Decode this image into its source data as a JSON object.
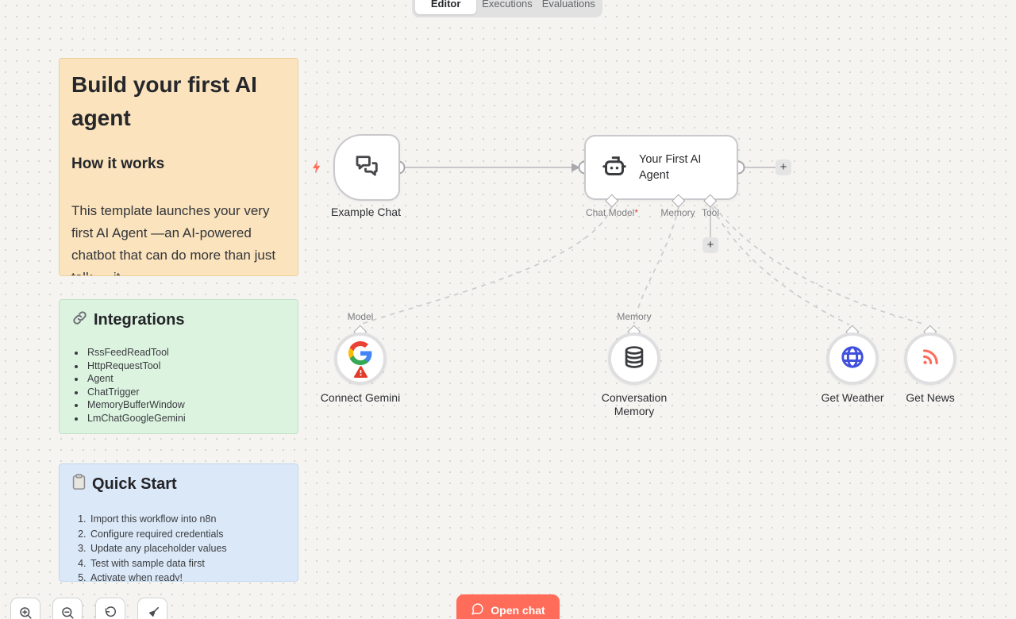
{
  "tabs": {
    "editor": "Editor",
    "executions": "Executions",
    "evaluations": "Evaluations"
  },
  "notes": {
    "build": {
      "title": "Build your first AI agent",
      "section_heading": "How it works",
      "body": "This template launches your very first AI Agent —an AI-powered chatbot that can do more than just talk — it"
    },
    "integrations": {
      "title": "Integrations",
      "items": [
        "RssFeedReadTool",
        "HttpRequestTool",
        "Agent",
        "ChatTrigger",
        "MemoryBufferWindow",
        "LmChatGoogleGemini"
      ]
    },
    "quickstart": {
      "title": "Quick Start",
      "steps": [
        "Import this workflow into n8n",
        "Configure required credentials",
        "Update any placeholder values",
        "Test with sample data first",
        "Activate when ready!"
      ]
    }
  },
  "workflow": {
    "trigger": {
      "label": "Example Chat"
    },
    "agent": {
      "label": "Your First AI Agent",
      "required_mark": "*",
      "ports": {
        "chat_model": "Chat Model",
        "memory": "Memory",
        "tool": "Tool"
      }
    },
    "subnodes": {
      "gemini": {
        "label": "Connect Gemini",
        "port_label": "Model"
      },
      "memory": {
        "label": "Conversation Memory",
        "port_label": "Memory"
      },
      "weather": {
        "label": "Get Weather"
      },
      "news": {
        "label": "Get News"
      }
    },
    "plus_label": "+"
  },
  "footer": {
    "open_chat_label": "Open chat"
  },
  "colors": {
    "accent": "#ff6d5a",
    "note_orange": "#fae3bd",
    "note_green": "#dcf3e0",
    "note_blue": "#dbe8f7",
    "google_blue": "#4285F4",
    "google_green": "#34A853",
    "google_yellow": "#FBBC05",
    "google_red": "#EA4335",
    "globe_blue": "#4050dd",
    "warning_red": "#e23d2c"
  }
}
